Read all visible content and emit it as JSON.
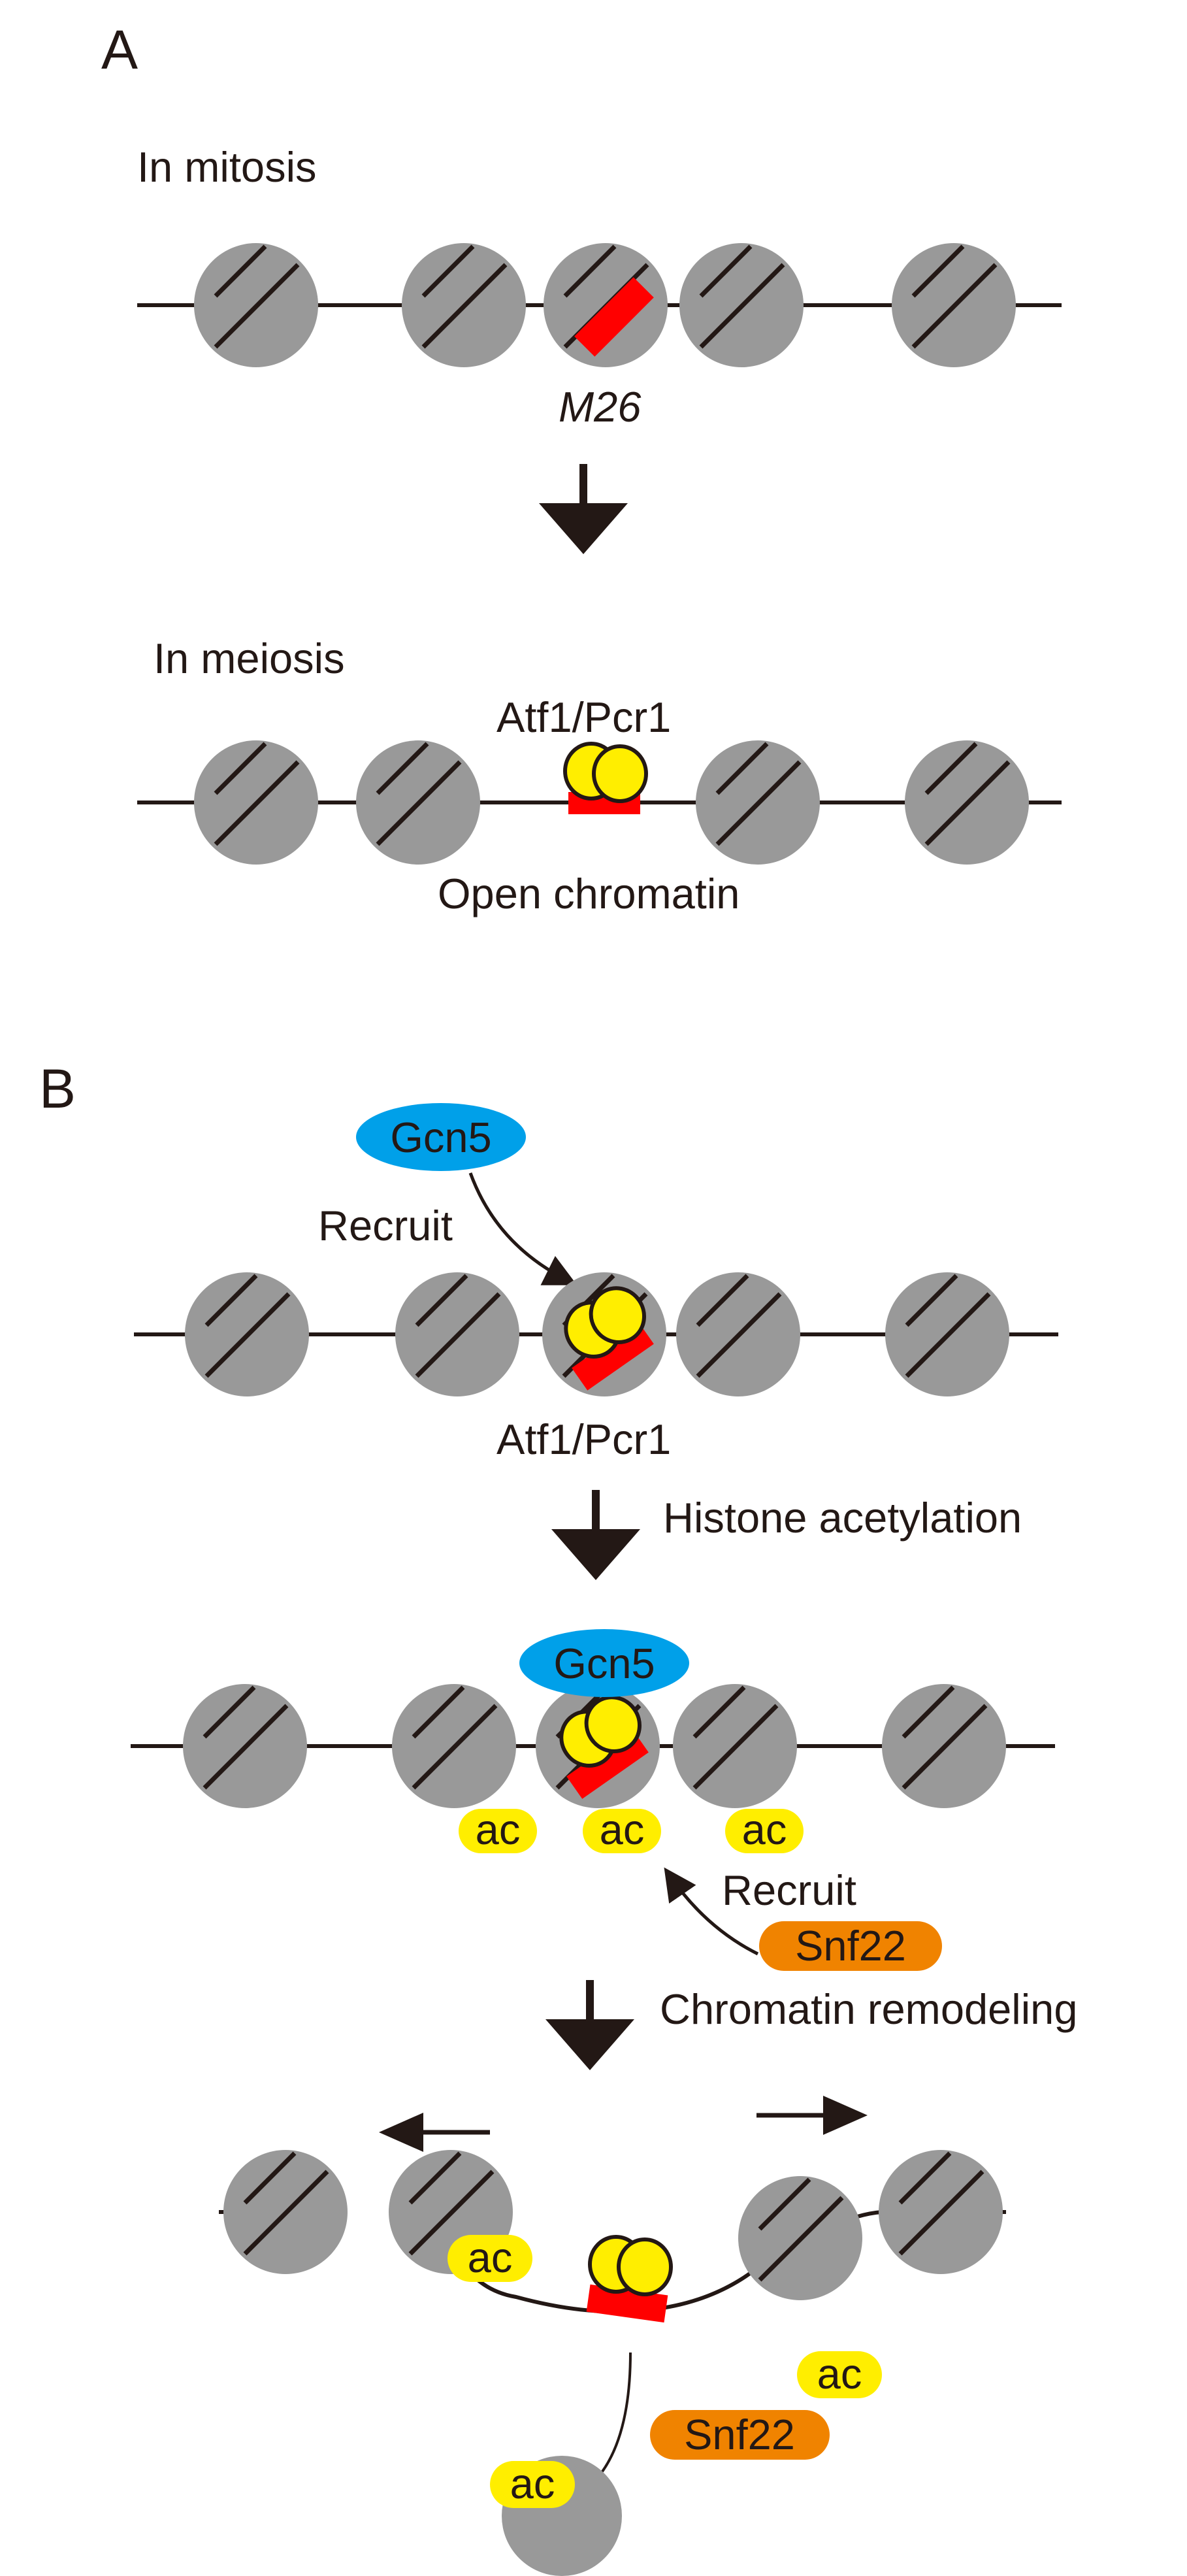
{
  "panel_a": {
    "letter": "A",
    "mitosis_label": "In mitosis",
    "site_label": "M26",
    "meiosis_label": "In meiosis",
    "factor_label": "Atf1/Pcr1",
    "open_label": "Open chromatin"
  },
  "panel_b": {
    "letter": "B",
    "gcn5_label": "Gcn5",
    "recruit_label": "Recruit",
    "factor_label": "Atf1/Pcr1",
    "step1_label": "Histone acetylation",
    "gcn5_label_2": "Gcn5",
    "ac_label_1": "ac",
    "ac_label_2": "ac",
    "ac_label_3": "ac",
    "recruit_label_2": "Recruit",
    "snf22_label": "Snf22",
    "step2_label": "Chromatin remodeling",
    "ac_label_4": "ac",
    "ac_label_5": "ac",
    "snf22_label_2": "Snf22",
    "ac_label_6": "ac"
  },
  "colors": {
    "nucleosome": "#999999",
    "dna": "#231815",
    "m26_site": "#ff0000",
    "atf1_pcr1": "#ffee00",
    "gcn5": "#00a0e9",
    "snf22": "#f08300",
    "acetyl": "#ffee00"
  },
  "icons": {
    "transition_arrow": "down-arrow-icon",
    "slide_arrow": "horizontal-arrow-icon"
  }
}
